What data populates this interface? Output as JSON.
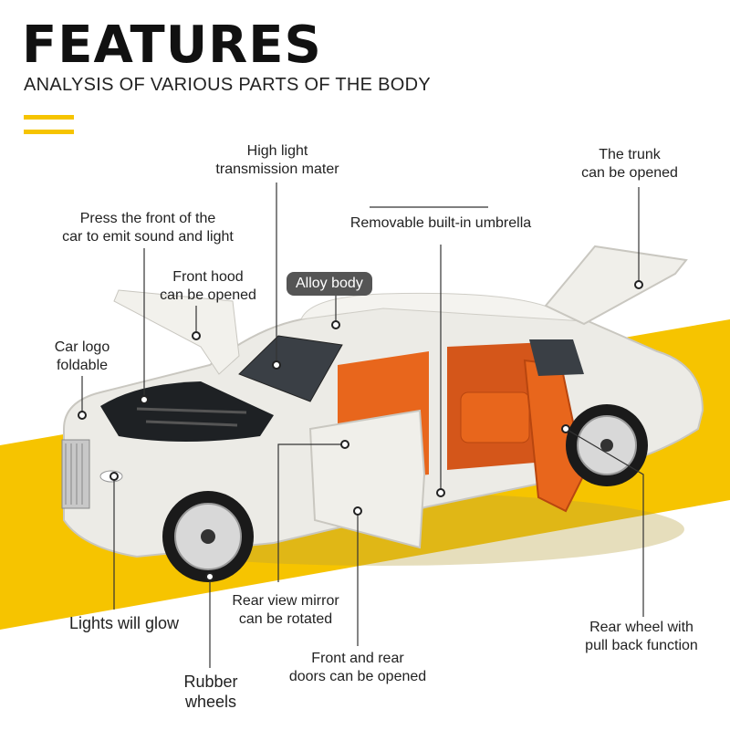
{
  "header": {
    "title": "FEATURES",
    "subtitle": "ANALYSIS OF VARIOUS PARTS OF THE BODY"
  },
  "colors": {
    "accent": "#f6c400",
    "interior": "#e8661c",
    "body": "#ecebe6"
  },
  "labels": {
    "high_light": "High light\ntransmission mater",
    "trunk": "The trunk\ncan be opened",
    "press_front": "Press the front of the\ncar to emit sound and light",
    "umbrella": "Removable built-in umbrella",
    "front_hood": "Front hood\ncan be opened",
    "alloy_body": "Alloy body",
    "car_logo": "Car logo\nfoldable",
    "lights": "Lights will glow",
    "mirror": "Rear view mirror\ncan be rotated",
    "rear_wheel": "Rear wheel with\npull back function",
    "doors": "Front and rear\ndoors can be opened",
    "rubber": "Rubber\nwheels"
  }
}
